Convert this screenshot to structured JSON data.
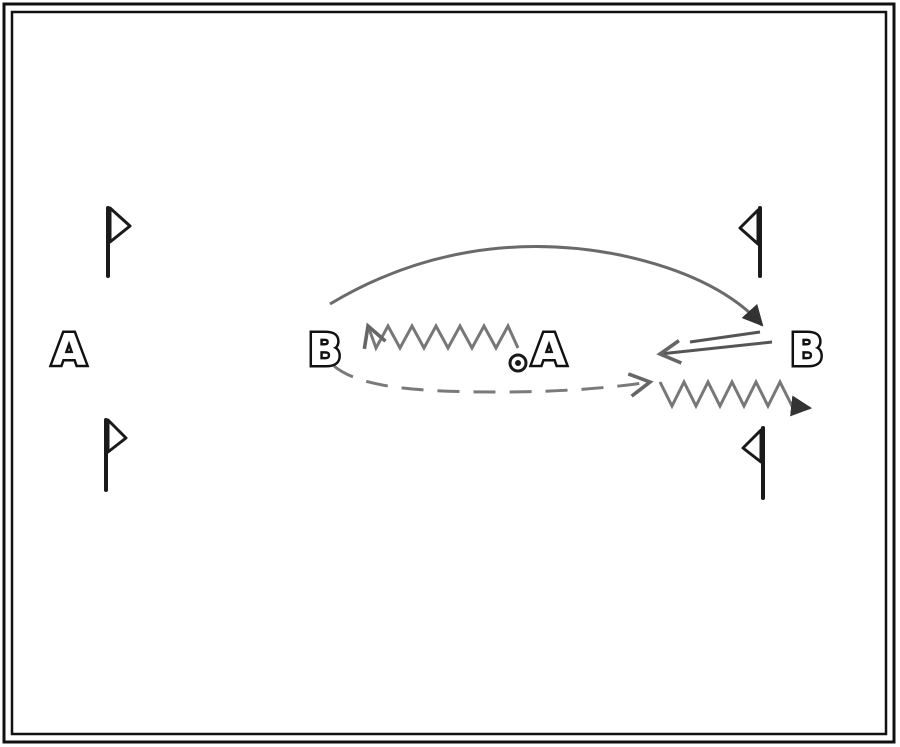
{
  "diagram": {
    "colors": {
      "frame": "#111111",
      "ink": "#1a1a1a",
      "arrow": "#6a6a6a",
      "background": "#ffffff"
    },
    "players": [
      {
        "id": "a-left",
        "label": "A"
      },
      {
        "id": "b-mid",
        "label": "B"
      },
      {
        "id": "a-center",
        "label": "A"
      },
      {
        "id": "b-right",
        "label": "B"
      }
    ],
    "markers": {
      "flags": [
        "flag-icon",
        "flag-icon",
        "flag-icon",
        "flag-icon"
      ],
      "ball": "ball-icon"
    },
    "movements": [
      {
        "type": "curved-pass",
        "from": "b-mid",
        "to": "b-right"
      },
      {
        "type": "dribble",
        "from": "a-center",
        "to": "b-mid"
      },
      {
        "type": "pass",
        "from": "b-right",
        "to": "a-center"
      },
      {
        "type": "run",
        "from": "b-mid",
        "to": "b-right"
      },
      {
        "type": "dribble",
        "from": "b-right",
        "to": "end"
      }
    ]
  }
}
